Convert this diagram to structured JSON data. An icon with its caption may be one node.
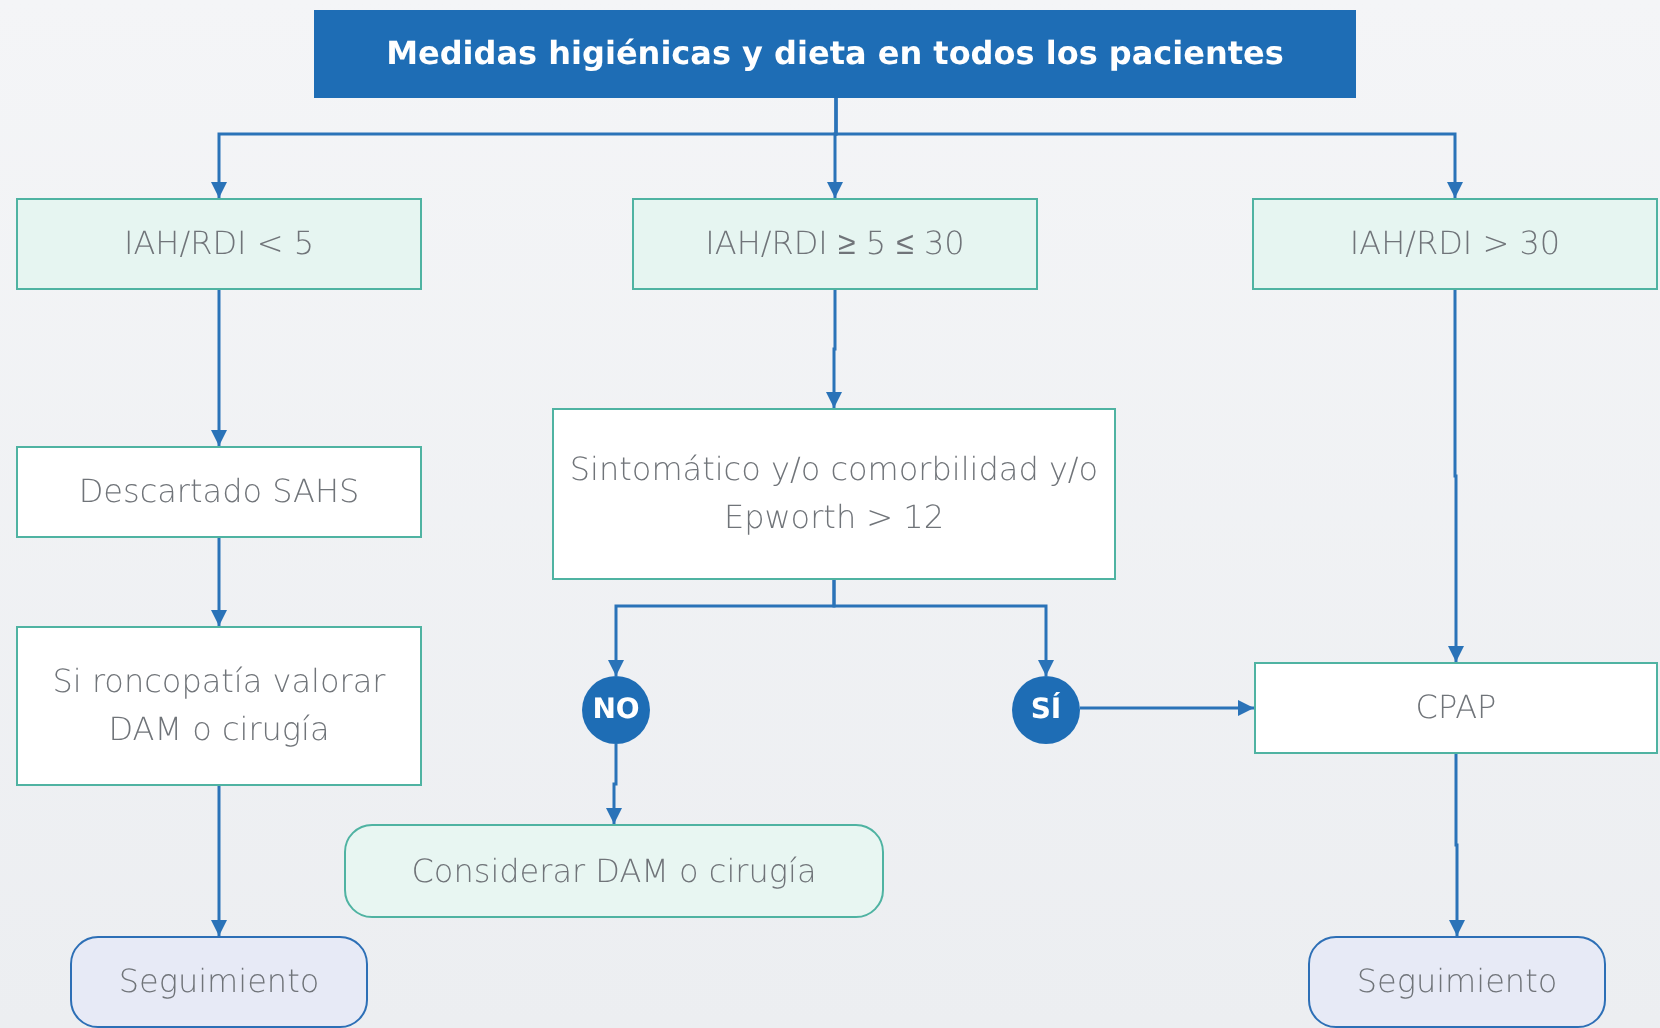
{
  "diagram": {
    "nodes": [
      {
        "text": [
          "Medidas higiénicas y dieta en todos los pacientes"
        ]
      },
      {
        "text": [
          "IAH/RDI < 5"
        ]
      },
      {
        "text": [
          "IAH/RDI ≥ 5 ≤ 30"
        ]
      },
      {
        "text": [
          "IAH/RDI > 30"
        ]
      },
      {
        "text": [
          "Descartado SAHS"
        ]
      },
      {
        "text": [
          "Sintomático y/o comorbilidad y/o Epworth > 12"
        ]
      },
      {
        "text": [
          "Si roncopatía valorar DAM o cirugía"
        ]
      },
      {
        "text": [
          "NO"
        ]
      },
      {
        "text": [
          "SÍ"
        ]
      },
      {
        "text": [
          "CPAP"
        ]
      },
      {
        "text": [
          "Considerar DAM o cirugía"
        ]
      },
      {
        "text": [
          "Seguimiento"
        ]
      },
      {
        "text": [
          "Seguimiento"
        ]
      }
    ],
    "edges": [
      {
        "from": 0,
        "to": 1,
        "arrow": "to"
      },
      {
        "from": 0,
        "to": 2,
        "arrow": "to"
      },
      {
        "from": 0,
        "to": 3,
        "arrow": "to"
      },
      {
        "from": 1,
        "to": 4,
        "arrow": "to"
      },
      {
        "from": 2,
        "to": 5,
        "arrow": "to"
      },
      {
        "from": 4,
        "to": 6,
        "arrow": "to"
      },
      {
        "from": 5,
        "to": 7,
        "arrow": "to"
      },
      {
        "from": 5,
        "to": 8,
        "arrow": "to"
      },
      {
        "from": 6,
        "to": 11,
        "arrow": "to"
      },
      {
        "from": 7,
        "to": 10,
        "arrow": "to"
      },
      {
        "from": 8,
        "to": 9,
        "arrow": "to"
      },
      {
        "from": 3,
        "to": 9,
        "arrow": "to"
      },
      {
        "from": 9,
        "to": 12,
        "arrow": "to"
      }
    ]
  }
}
